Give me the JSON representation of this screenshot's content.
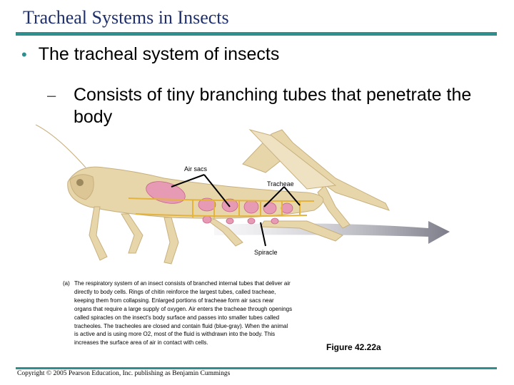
{
  "slide": {
    "title": "Tracheal Systems in Insects",
    "bullet_level1": "The tracheal system of insects",
    "bullet_level1_marker": "•",
    "bullet_level2_marker": "–",
    "bullet_level2": "Consists of tiny branching tubes that penetrate the body"
  },
  "figure": {
    "labels": {
      "air_sacs": "Air sacs",
      "tracheae": "Tracheae",
      "spiracle": "Spiracle"
    },
    "caption_tag": "(a)",
    "caption": "The respiratory system of an insect consists of branched internal tubes that deliver air directly to body cells. Rings of chitin reinforce the largest tubes, called tracheae, keeping them from collapsing. Enlarged portions of tracheae form air sacs near organs that require a large supply of oxygen. Air enters the tracheae through openings called spiracles on the insect's body surface and passes into smaller tubes called tracheoles. The tracheoles are closed and contain fluid (blue-gray). When the animal is active and is using more O2, most of the fluid is withdrawn into the body. This increases the surface area of air in contact with cells.",
    "figure_number": "Figure 42.22a"
  },
  "footer": {
    "copyright": "Copyright © 2005 Pearson Education, Inc. publishing as Benjamin Cummings"
  },
  "colors": {
    "title": "#1f2f6b",
    "rule": "#2f8f8f",
    "body": "#e8d6ab",
    "air_sac": "#e79ab4",
    "trachea": "#e3b33c",
    "arrow": "#8d8d99"
  }
}
